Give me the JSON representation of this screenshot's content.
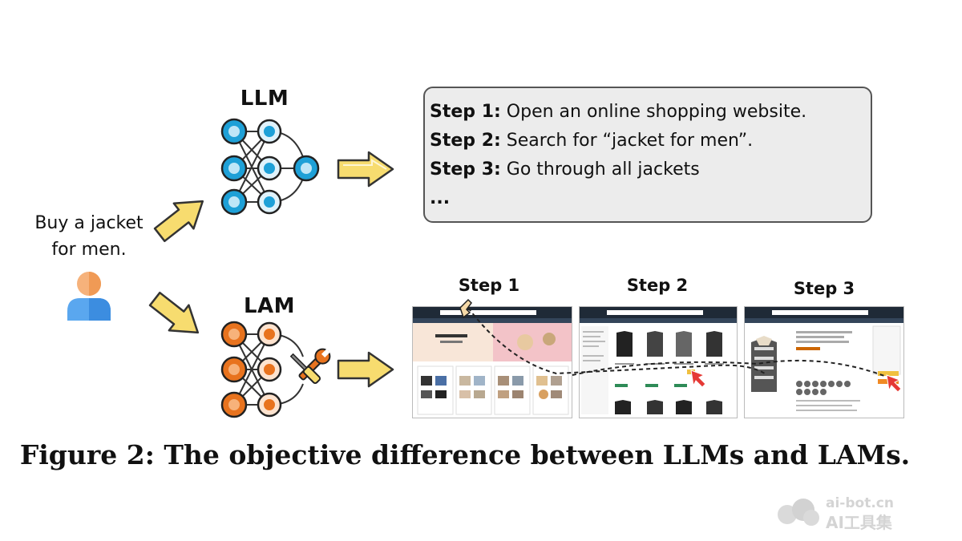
{
  "user": {
    "request_text": "Buy a jacket for men.",
    "icon": "person-icon"
  },
  "llm": {
    "title": "LLM",
    "icon": "neural-network-icon",
    "color": "#1ea0d7",
    "steps": [
      {
        "label": "Step 1:",
        "text": "Open an online shopping website."
      },
      {
        "label": "Step 2:",
        "text": "Search for “jacket for men”."
      },
      {
        "label": "Step 3:",
        "text": "Go through all jackets"
      },
      {
        "label": "",
        "text": "..."
      }
    ]
  },
  "lam": {
    "title": "LAM",
    "icon": "neural-network-with-tools-icon",
    "color": "#e8731e",
    "screenshots": [
      {
        "label": "Step 1"
      },
      {
        "label": "Step 2"
      },
      {
        "label": "Step 3"
      }
    ]
  },
  "arrow_color": "#f7dc6f",
  "caption": "Figure 2: The objective difference between LLMs and LAMs.",
  "watermark": {
    "line1": "ai-bot.cn",
    "line2": "AI工具集"
  }
}
